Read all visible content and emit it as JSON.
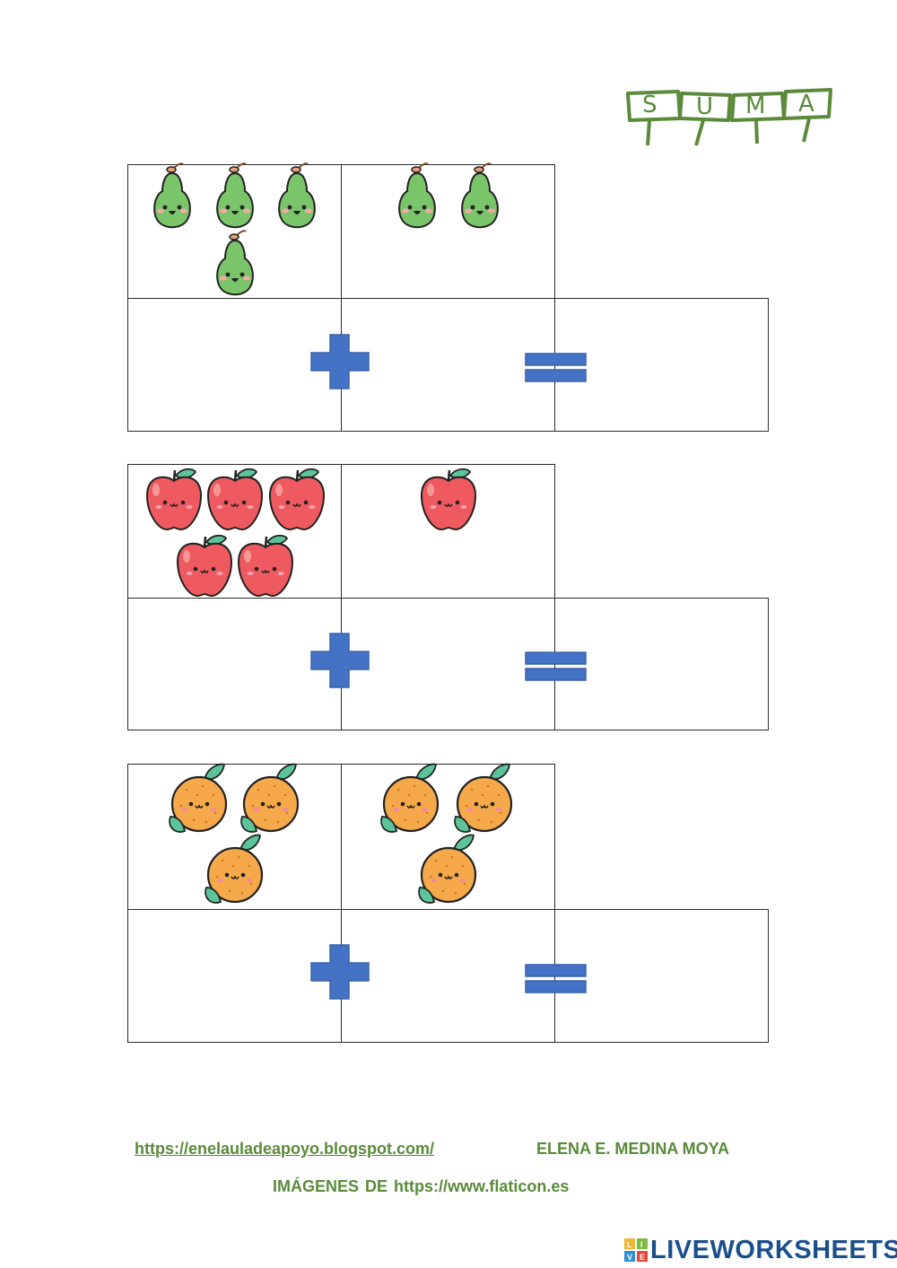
{
  "title": {
    "letters": [
      "S",
      "U",
      "M",
      "A"
    ],
    "color": "#5a8a3a"
  },
  "exercises": [
    {
      "fruit": "pear-icon",
      "left_count": 4,
      "right_count": 2,
      "plus": "plus-sign-icon",
      "equals": "equals-sign-icon"
    },
    {
      "fruit": "apple-icon",
      "left_count": 5,
      "right_count": 1,
      "plus": "plus-sign-icon",
      "equals": "equals-sign-icon"
    },
    {
      "fruit": "orange-icon",
      "left_count": 3,
      "right_count": 3,
      "plus": "plus-sign-icon",
      "equals": "equals-sign-icon"
    }
  ],
  "footer": {
    "blog_link": "https://enelauladeapoyo.blogspot.com/",
    "author": "ELENA E. MEDINA MOYA",
    "credit": "IMÁGENES DE  https://www.flaticon.es"
  },
  "brand": {
    "name": "LIVEWORKSHEETS",
    "logo_letters": [
      "L",
      "I",
      "V",
      "E"
    ]
  },
  "colors": {
    "operator": "#4472c4",
    "footer_text": "#5a8a3a",
    "brand": "#1b4f8c",
    "pear": "#7ac46a",
    "apple": "#ee5a5f",
    "orange": "#f5a94a"
  }
}
